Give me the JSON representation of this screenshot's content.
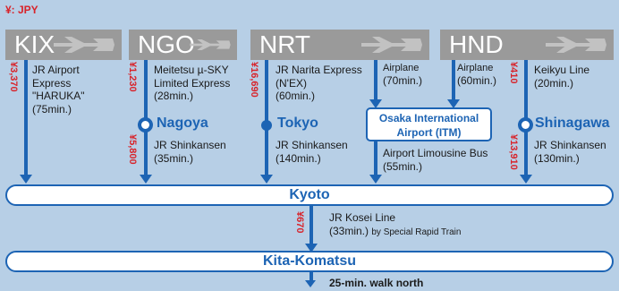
{
  "currency_note": "¥: JPY",
  "airports": [
    "KIX",
    "NGO",
    "NRT",
    "HND"
  ],
  "routes": {
    "kix": {
      "price": "¥3,370",
      "line1": "JR Airport",
      "line2": "Express",
      "line3": "\"HARUKA\"",
      "line4": "(75min.)"
    },
    "ngo": {
      "price1": "¥1,230",
      "line1": "Meitetsu µ-SKY",
      "line2": "Limited Express",
      "line3": "(28min.)",
      "station": "Nagoya",
      "price2": "¥5,800",
      "line4": "JR Shinkansen",
      "line5": "(35min.)"
    },
    "nrt": {
      "price1": "¥16,690",
      "line1": "JR Narita Express",
      "line2": "(N'EX)",
      "line3": "(60min.)",
      "station": "Tokyo",
      "line4": "JR Shinkansen",
      "line5": "(140min.)"
    },
    "nrt_air": {
      "line1": "Airplane",
      "line2": "(70min.)"
    },
    "hnd_air": {
      "line1": "Airplane",
      "line2": "(60min.)"
    },
    "itm": {
      "line1": "Osaka International",
      "line2": "Airport (ITM)",
      "bus1": "Airport Limousine Bus",
      "bus2": "(55min.)"
    },
    "hnd": {
      "price1": "¥410",
      "line1": "Keikyu Line",
      "line2": "(20min.)",
      "station": "Shinagawa",
      "price2": "¥13,910",
      "line3": "JR Shinkansen",
      "line4": "(130min.)"
    }
  },
  "kyoto": "Kyoto",
  "kosei": {
    "price": "¥670",
    "line1": "JR Kosei Line",
    "line2": "(33min.)",
    "line2_small": "by Special Rapid Train"
  },
  "kita_komatsu": "Kita-Komatsu",
  "walk": "25-min. walk north"
}
